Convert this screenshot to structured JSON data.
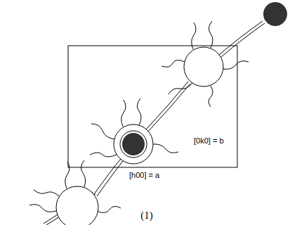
{
  "diagram": {
    "caption": "(1)",
    "labels": [
      "[h00] = a",
      "[0k0] = b"
    ]
  }
}
